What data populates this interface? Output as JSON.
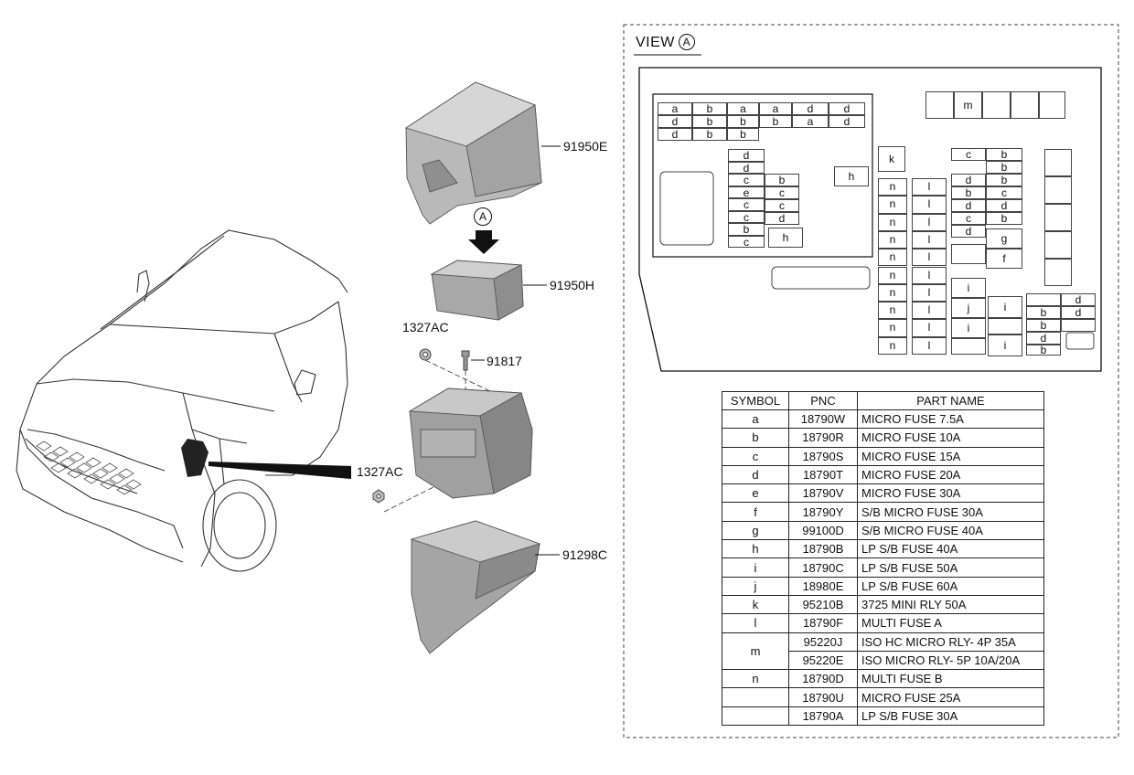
{
  "callouts": {
    "cover": "91950E",
    "fuse_block": "91950H",
    "nut_top": "1327AC",
    "bolt": "91817",
    "nut_bottom": "1327AC",
    "lower_bracket": "91298C",
    "arrow_view": "A"
  },
  "view": {
    "title": "VIEW",
    "mark": "A"
  },
  "legend": {
    "headers": [
      "SYMBOL",
      "PNC",
      "PART NAME"
    ],
    "rows": [
      {
        "symbol": "a",
        "pnc": "18790W",
        "name": "MICRO FUSE 7.5A"
      },
      {
        "symbol": "b",
        "pnc": "18790R",
        "name": "MICRO FUSE 10A"
      },
      {
        "symbol": "c",
        "pnc": "18790S",
        "name": "MICRO FUSE 15A"
      },
      {
        "symbol": "d",
        "pnc": "18790T",
        "name": "MICRO FUSE 20A"
      },
      {
        "symbol": "e",
        "pnc": "18790V",
        "name": "MICRO FUSE 30A"
      },
      {
        "symbol": "f",
        "pnc": "18790Y",
        "name": "S/B MICRO FUSE 30A"
      },
      {
        "symbol": "g",
        "pnc": "99100D",
        "name": "S/B MICRO FUSE 40A"
      },
      {
        "symbol": "h",
        "pnc": "18790B",
        "name": "LP S/B FUSE 40A"
      },
      {
        "symbol": "i",
        "pnc": "18790C",
        "name": "LP S/B FUSE 50A"
      },
      {
        "symbol": "j",
        "pnc": "18980E",
        "name": "LP S/B FUSE 60A"
      },
      {
        "symbol": "k",
        "pnc": "95210B",
        "name": "3725 MINI RLY 50A"
      },
      {
        "symbol": "l",
        "pnc": "18790F",
        "name": "MULTI FUSE A"
      },
      {
        "symbol": "m",
        "pnc": "95220J",
        "name": "ISO HC MICRO RLY- 4P 35A"
      },
      {
        "symbol": "",
        "pnc": "95220E",
        "name": "ISO MICRO RLY- 5P 10A/20A"
      },
      {
        "symbol": "n",
        "pnc": "18790D",
        "name": "MULTI FUSE B"
      },
      {
        "symbol": "",
        "pnc": "18790U",
        "name": "MICRO FUSE 25A"
      },
      {
        "symbol": "",
        "pnc": "18790A",
        "name": "LP S/B FUSE 30A"
      }
    ]
  },
  "fuse_labels": {
    "top_left_grid": [
      "a",
      "b",
      "a",
      "a",
      "d",
      "d",
      "d",
      "b",
      "b",
      "b",
      "a",
      "d",
      "d",
      "b",
      "b"
    ],
    "mid_col_left": [
      "d",
      "d",
      "c",
      "e",
      "c",
      "c",
      "b",
      "c"
    ],
    "mid_col_right": [
      "b",
      "c",
      "c",
      "d"
    ],
    "h_top": "h",
    "h_bottom": "h",
    "m": "m",
    "k": "k",
    "n_column": [
      "n",
      "n",
      "n",
      "n",
      "n",
      "n",
      "n",
      "n",
      "n",
      "n"
    ],
    "l_column": [
      "l",
      "l",
      "l",
      "l",
      "l",
      "l",
      "l",
      "l",
      "l",
      "l"
    ],
    "right_col_a": [
      "c",
      "d",
      "b",
      "d",
      "c",
      "d"
    ],
    "right_col_b": [
      "b",
      "b",
      "b",
      "c",
      "d",
      "b"
    ],
    "g": "g",
    "f": "f",
    "i_j_col": [
      "i",
      "j",
      "i"
    ],
    "i_col2": [
      "i",
      "i"
    ],
    "bottom_right_d": [
      "d",
      "d"
    ],
    "bottom_right_b": [
      "b",
      "b",
      "d",
      "b"
    ]
  }
}
